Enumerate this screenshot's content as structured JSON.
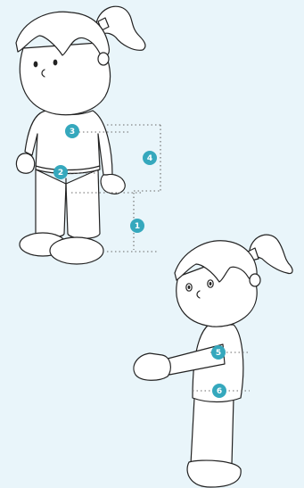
{
  "colors": {
    "background": "#e9f5fa",
    "marker": "#35a8bd",
    "marker_text": "#ffffff",
    "outline": "#222222",
    "measure_line": "#6a6a6a"
  },
  "markers": [
    {
      "id": "1",
      "label": "1"
    },
    {
      "id": "2",
      "label": "2"
    },
    {
      "id": "3",
      "label": "3"
    },
    {
      "id": "4",
      "label": "4"
    },
    {
      "id": "5",
      "label": "5"
    },
    {
      "id": "6",
      "label": "6"
    }
  ]
}
